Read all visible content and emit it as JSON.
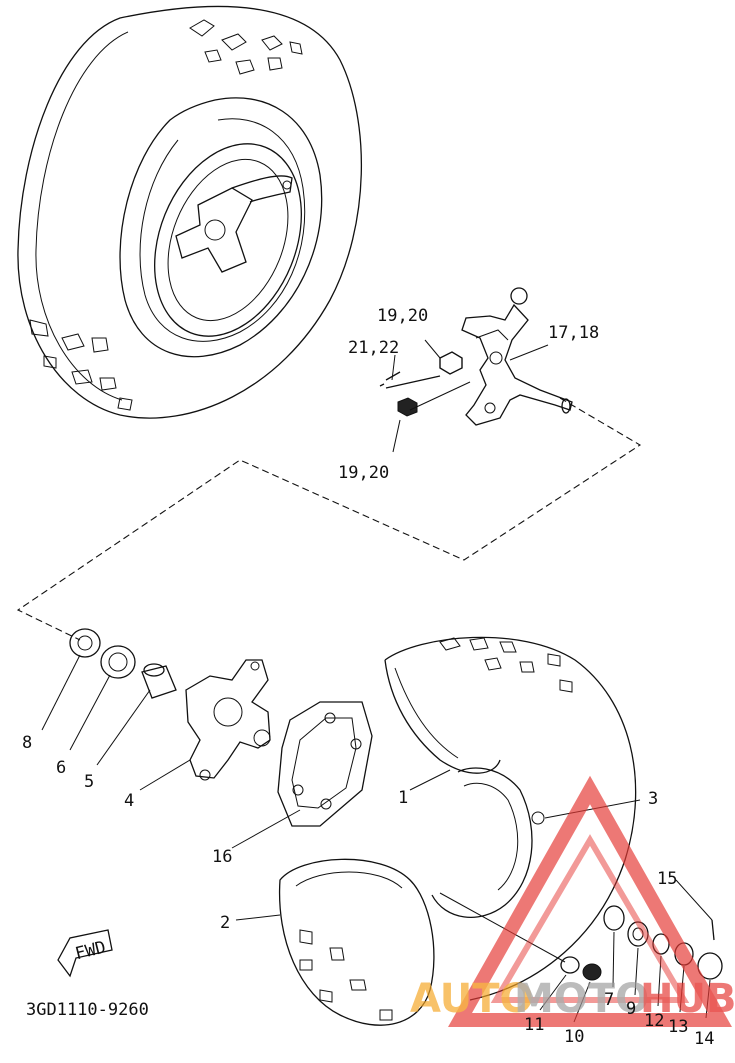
{
  "diagram": {
    "catalog_code": "3GD1110-9260",
    "direction_label": "FWD",
    "callouts": [
      {
        "id": "c-19-20-top",
        "text": "19,20"
      },
      {
        "id": "c-21-22",
        "text": "21,22"
      },
      {
        "id": "c-17-18",
        "text": "17,18"
      },
      {
        "id": "c-19-20-bottom",
        "text": "19,20"
      },
      {
        "id": "c-8",
        "text": "8"
      },
      {
        "id": "c-6",
        "text": "6"
      },
      {
        "id": "c-5",
        "text": "5"
      },
      {
        "id": "c-4",
        "text": "4"
      },
      {
        "id": "c-16",
        "text": "16"
      },
      {
        "id": "c-1",
        "text": "1"
      },
      {
        "id": "c-3",
        "text": "3"
      },
      {
        "id": "c-2",
        "text": "2"
      },
      {
        "id": "c-15",
        "text": "15"
      },
      {
        "id": "c-11",
        "text": "11"
      },
      {
        "id": "c-10",
        "text": "10"
      },
      {
        "id": "c-7",
        "text": "7"
      },
      {
        "id": "c-9",
        "text": "9"
      },
      {
        "id": "c-12",
        "text": "12"
      },
      {
        "id": "c-13",
        "text": "13"
      },
      {
        "id": "c-14",
        "text": "14"
      }
    ]
  },
  "watermark": {
    "part1": "AUTO",
    "part2": "MOTO",
    "part3": "HUB",
    "color_red": "#e53935",
    "color_orange": "#f5a623",
    "color_gray": "#9e9e9e"
  }
}
